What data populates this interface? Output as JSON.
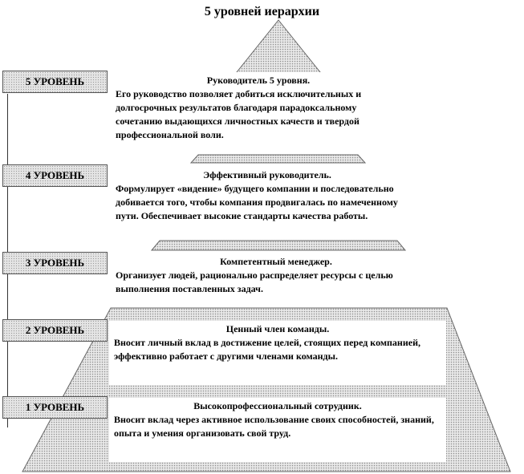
{
  "title": "5 уровней иерархии",
  "levels": [
    {
      "label": "5 УРОВЕНЬ",
      "heading": "Руководитель 5 уровня.",
      "text": "Его руководство позволяет добиться исключительных и долгосрочных результатов благодаря парадоксальному сочетанию выдающихся личностных качеств и твердой профессиональной воли."
    },
    {
      "label": "4 УРОВЕНЬ",
      "heading": "Эффективный руководитель.",
      "text": "Формулирует «видение» будущего компании и последовательно добивается того, чтобы компания продвигалась по намеченному пути. Обеспечивает высокие стандарты качества работы."
    },
    {
      "label": "3 УРОВЕНЬ",
      "heading": "Компетентный менеджер.",
      "text": "Организует людей, рационально распределяет ресурсы с целью выполнения поставленных задач."
    },
    {
      "label": "2 УРОВЕНЬ",
      "heading": "Ценный член команды.",
      "text": "Вносит личный вклад в достижение целей, стоящих перед компанией, эффективно работает с другими членами команды."
    },
    {
      "label": "1 УРОВЕНЬ",
      "heading": "Высокопрофессиональный сотрудник.",
      "text": "Вносит вклад через активное использование своих способностей, знаний, опыта и умения организовать свой труд."
    }
  ]
}
